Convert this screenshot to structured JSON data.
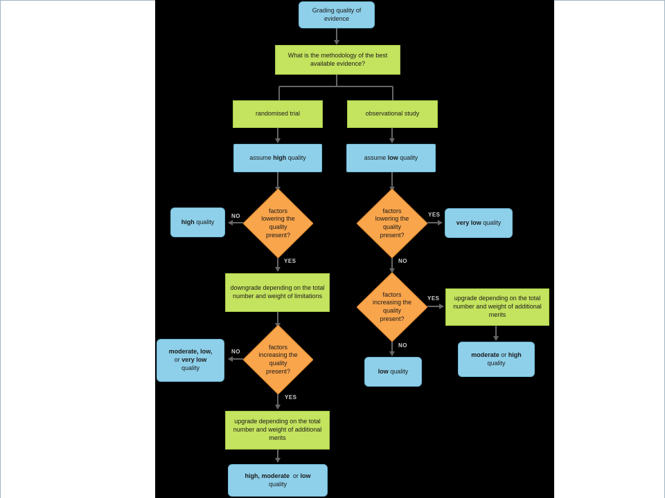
{
  "nodes": {
    "start": "Grading quality of evidence",
    "question": "What is the methodology of the best available evidence?",
    "rct": "randomised trial",
    "obs": "observational study",
    "assume_high": {
      "pre": "assume ",
      "bold": "high",
      "post": " quality"
    },
    "assume_low": {
      "pre": "assume ",
      "bold": "low",
      "post": " quality"
    },
    "d1": "factors lowering the quality present?",
    "d2": "factors lowering the quality present?",
    "d3": "factors increasing the quality present?",
    "d4": "factors increasing the quality present?",
    "high_q": {
      "bold": "high",
      "post": " quality"
    },
    "very_low_q": {
      "bold": "very low",
      "post": " quality"
    },
    "downgrade": "downgrade depending on the total number and weight of limitations",
    "upgrade_left": "upgrade depending on the total number and weight of additional merits",
    "upgrade_right": "upgrade depending on the total number and weight of additional merits",
    "mod_low_vlow": {
      "b1": "moderate, low,",
      "pre2": "or ",
      "b2": "very low",
      "post": "quality"
    },
    "low_q": {
      "bold": "low",
      "post": " quality"
    },
    "mod_high": {
      "b1": "moderate",
      "mid": " or ",
      "b2": "high",
      "post": "quality"
    },
    "final": {
      "b1": "high, moderate",
      "mid": "  or ",
      "b2": "low",
      "post": "quality"
    }
  },
  "labels": {
    "d1_no": "NO",
    "d1_yes": "YES",
    "d2_yes": "YES",
    "d2_no": "NO",
    "d3_no": "NO",
    "d3_yes": "YES",
    "d4_yes": "YES",
    "d4_no": "NO"
  },
  "colors": {
    "blue": "#8ed0ea",
    "green": "#c4e35e",
    "orange": "#f9a54c",
    "background": "#000000",
    "connector": "#555555"
  }
}
